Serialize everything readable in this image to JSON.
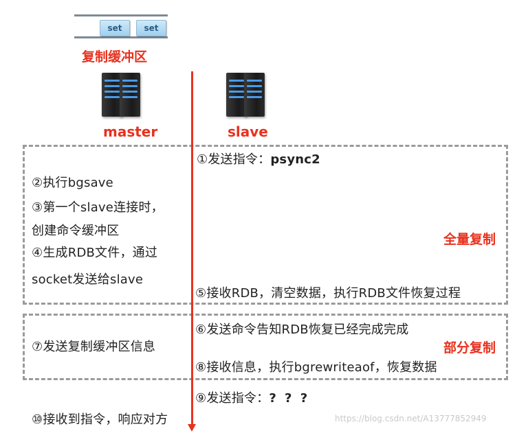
{
  "buffer": {
    "cells": [
      "set",
      "set"
    ],
    "title": "复制缓冲区"
  },
  "nodes": {
    "master": "master",
    "slave": "slave"
  },
  "full_sync": {
    "label": "全量复制",
    "steps": {
      "s1_prefix": "①发送指令：",
      "s1_cmd": "psync2",
      "s2": "②执行bgsave",
      "s3_line1": "③第一个slave连接时，",
      "s3_line2": "创建命令缓冲区",
      "s4_line1": "④生成RDB文件，通过",
      "s4_line2": "socket发送给slave",
      "s5": "⑤接收RDB，清空数据，执行RDB文件恢复过程"
    }
  },
  "partial_sync": {
    "label": "部分复制",
    "steps": {
      "s6": "⑥发送命令告知RDB恢复已经完成完成",
      "s7": "⑦发送复制缓冲区信息",
      "s8": "⑧接收信息，执行bgrewriteaof，恢复数据"
    }
  },
  "tail": {
    "s9_prefix": "⑨发送指令：",
    "s9_cmd": "? ? ?",
    "s10": "⑩接收到指令，响应对方"
  },
  "watermark": "https://blog.csdn.net/A13777852949",
  "colors": {
    "accent_red": "#e8311e",
    "dash_gray": "#9a9a9a",
    "server_light": "#4fa8ff"
  }
}
